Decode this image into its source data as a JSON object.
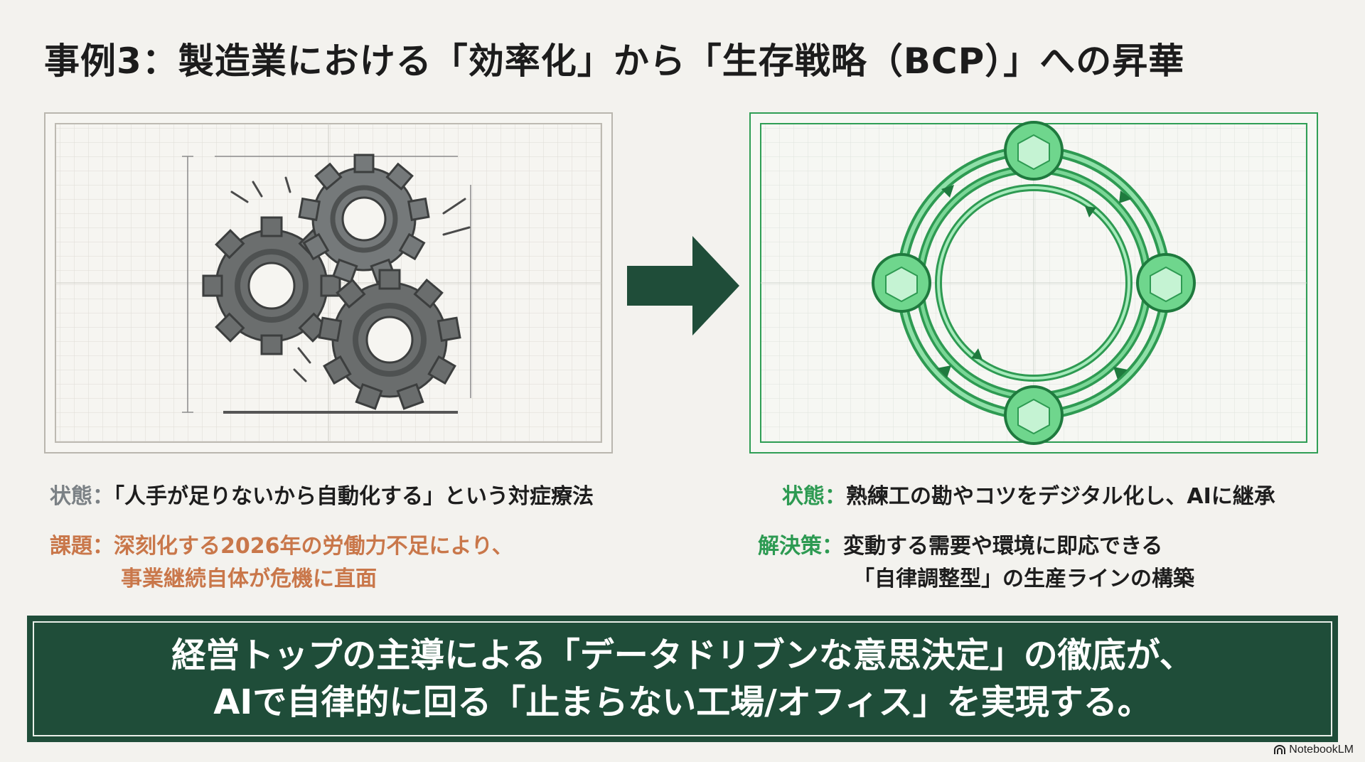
{
  "title": "事例3：製造業における「効率化」から「生存戦略（BCP）」への昇華",
  "left": {
    "row1": {
      "label": "状態：",
      "text": "「人手が足りないから自動化する」という対症療法"
    },
    "row2": {
      "label": "課題：",
      "text_line1": "深刻化する2026年の労働力不足により、",
      "text_line2": "事業継続自体が危機に直面"
    },
    "illustration": "gears-icon"
  },
  "right": {
    "row1": {
      "label": "状態：",
      "text": "熟練工の勘やコツをデジタル化し、AIに継承"
    },
    "row2": {
      "label": "解決策：",
      "text_line1": "変動する需要や環境に即応できる",
      "text_line2": "「自律調整型」の生産ラインの構築"
    },
    "illustration": "cycle-network-icon"
  },
  "arrow_icon": "right-arrow-icon",
  "banner": {
    "line1": "経営トップの主導による「データドリブンな意思決定」の徹底が、",
    "line2": "AIで自律的に回る「止まらない工場/オフィス」を実現する。"
  },
  "brand": {
    "name": "NotebookLM",
    "icon": "notebooklm-logo-icon"
  },
  "colors": {
    "background": "#f3f2ee",
    "accent_green": "#2d9a52",
    "dark_green": "#1f4d39",
    "issue_orange": "#c9774a",
    "label_gray": "#7b8185"
  }
}
